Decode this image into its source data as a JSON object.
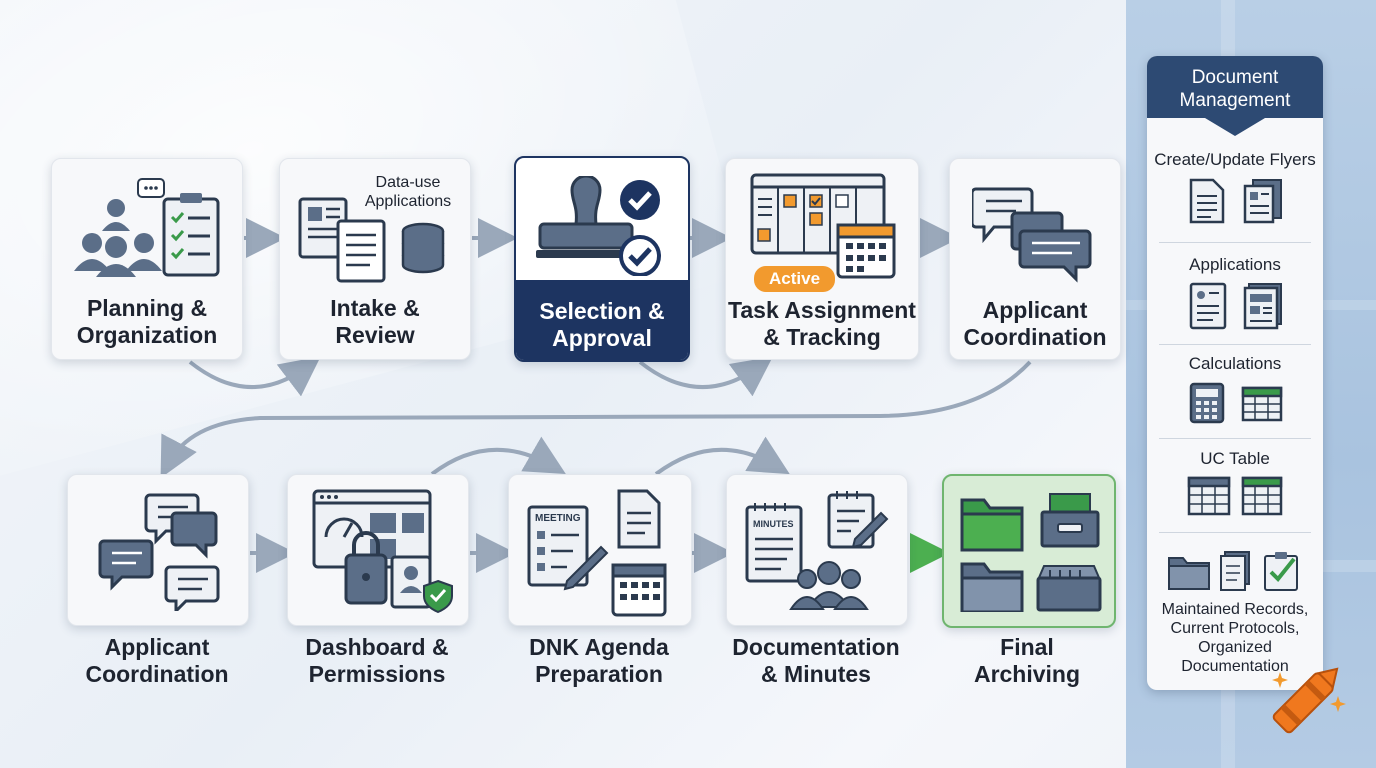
{
  "steps_row1": [
    {
      "id": "planning",
      "label_lines": [
        "Planning &",
        "Organization"
      ]
    },
    {
      "id": "intake",
      "label_lines": [
        "Intake &",
        "Review"
      ],
      "note_lines": [
        "Data-use",
        "Applications"
      ]
    },
    {
      "id": "selection",
      "label_lines": [
        "Selection &",
        "Approval"
      ],
      "active": true
    },
    {
      "id": "task",
      "label_lines": [
        "Task Assignment",
        "& Tracking"
      ],
      "badge": "Active"
    },
    {
      "id": "applicant1",
      "label_lines": [
        "Applicant",
        "Coordination"
      ]
    }
  ],
  "steps_row2": [
    {
      "id": "applicant2",
      "label_lines": [
        "Applicant",
        "Coordination"
      ]
    },
    {
      "id": "dashboard",
      "label_lines": [
        "Dashboard &",
        "Permissions"
      ]
    },
    {
      "id": "agenda",
      "label_lines": [
        "DNK Agenda",
        "Preparation"
      ],
      "icon_text": "MEETING"
    },
    {
      "id": "documentation",
      "label_lines": [
        "Documentation",
        "& Minutes"
      ],
      "icon_text": "MINUTES"
    },
    {
      "id": "archiving",
      "label_lines": [
        "Final",
        "Archiving"
      ]
    }
  ],
  "document_management": {
    "title_lines": [
      "Document",
      "Management"
    ],
    "sections": [
      {
        "title": "Create/Update Flyers",
        "icons": [
          "document-icon",
          "stacked-documents-icon"
        ]
      },
      {
        "title": "Applications",
        "icons": [
          "form-icon",
          "layout-document-icon"
        ]
      },
      {
        "title": "Calculations",
        "icons": [
          "calculator-icon",
          "spreadsheet-icon"
        ]
      },
      {
        "title": "UC Table",
        "icons": [
          "table-icon",
          "green-table-icon"
        ]
      }
    ],
    "footer_lines": [
      "Maintained Records,",
      "Current Protocols,",
      "Organized",
      "Documentation"
    ]
  },
  "colors": {
    "accent_navy": "#1d3461",
    "badge_orange": "#f29a2e",
    "final_green": "#6fb56f",
    "icon_slate": "#5b6e88"
  }
}
